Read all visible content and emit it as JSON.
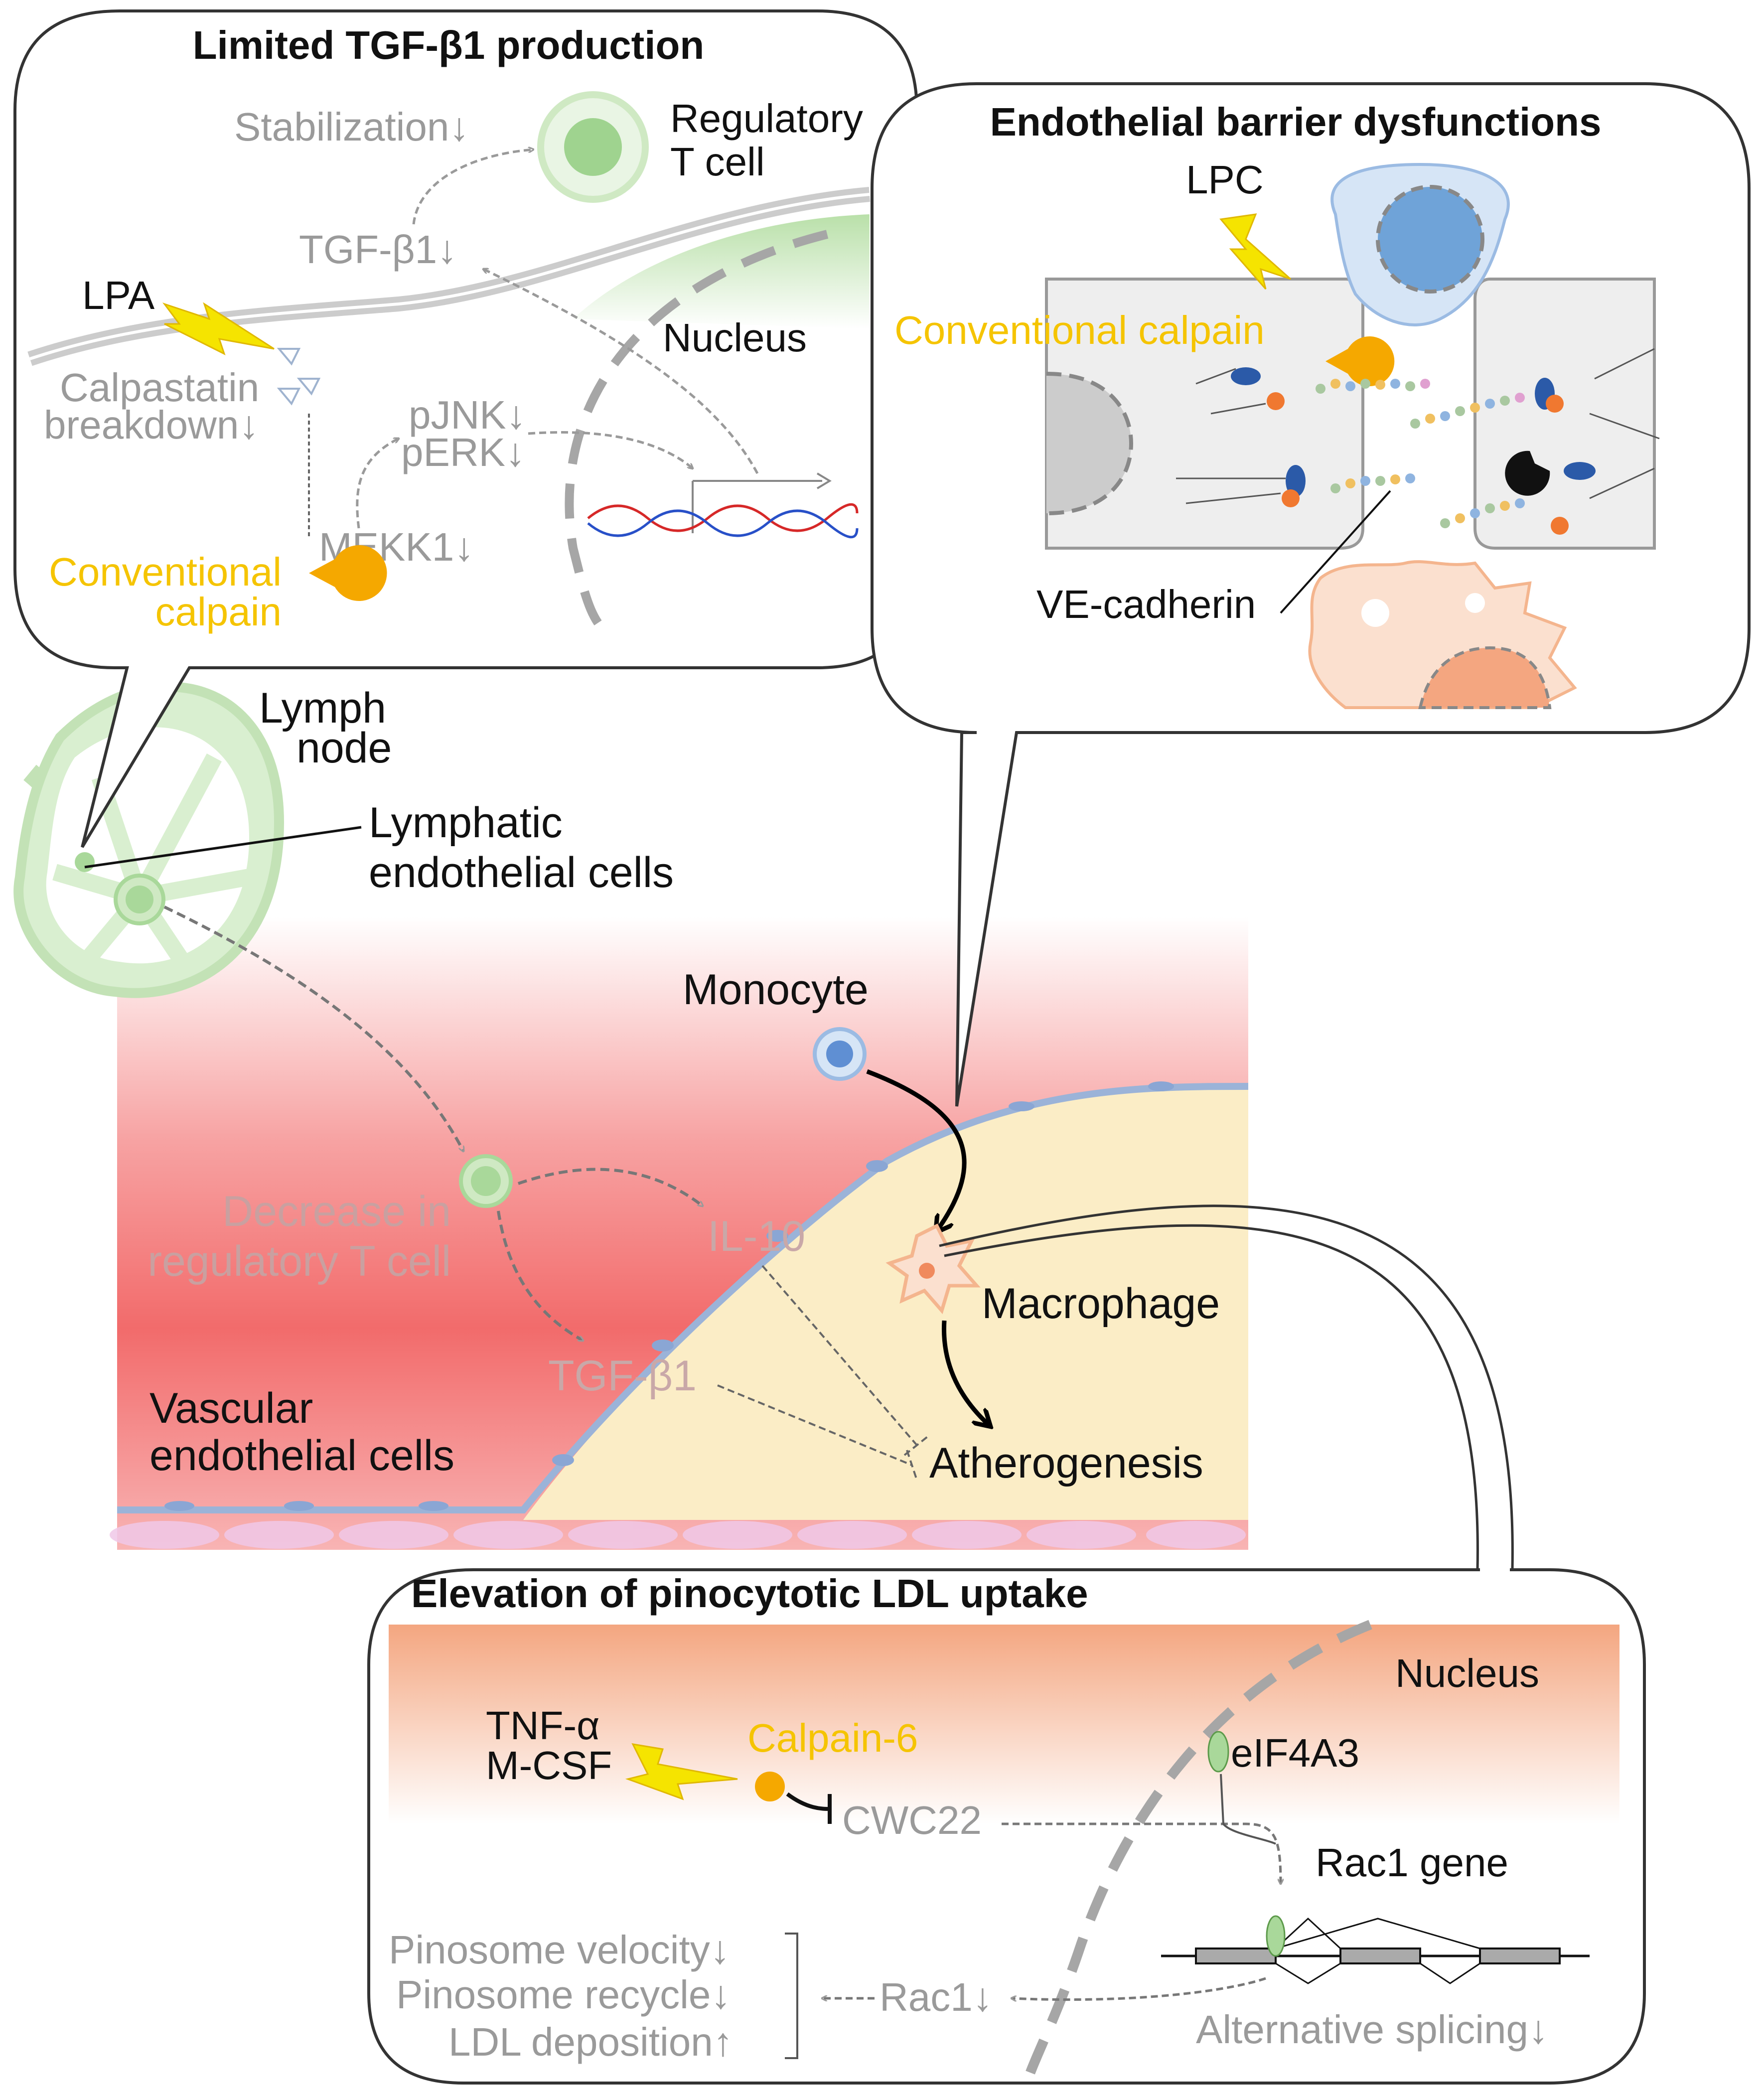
{
  "colors": {
    "yellow": "#f5c400",
    "orange": "#f0a000",
    "grey_text": "#8c8c8c",
    "green_light": "#dcefd6",
    "green_cell": "#a9d89a",
    "blue_cell": "#6fa3d8",
    "vessel_red": "#f26b6b",
    "plaque": "#fbedc6",
    "macrophage": "#f4b58e"
  },
  "tgf": {
    "title": "Limited TGF-β1 production",
    "stabilization": "Stabilization↓",
    "treg_line1": "Regulatory",
    "treg_line2": "T cell",
    "tgfb1": "TGF-β1↓",
    "lpa": "LPA",
    "nucleus": "Nucleus",
    "calpastatin_line1": "Calpastatin",
    "calpastatin_line2": "breakdown↓",
    "pjnk": "pJNK↓",
    "perk": "pERK↓",
    "mekk1": "MEKK1↓",
    "calpain_line1": "Conventional",
    "calpain_line2": "calpain"
  },
  "endo": {
    "title": "Endothelial barrier dysfunctions",
    "lpc": "LPC",
    "calpain": "Conventional calpain",
    "vecadherin": "VE-cadherin"
  },
  "main": {
    "lymph_line1": "Lymph",
    "lymph_line2": "node",
    "lec_line1": "Lymphatic",
    "lec_line2": "endothelial cells",
    "monocyte": "Monocyte",
    "decrease_line1": "Decrease in",
    "decrease_line2": "regulatory T cell",
    "il10": "IL-10",
    "macrophage": "Macrophage",
    "tgfb1": "TGF-β1",
    "vec_line1": "Vascular",
    "vec_line2": "endothelial cells",
    "atherogenesis": "Atherogenesis"
  },
  "ldl": {
    "title": "Elevation of pinocytotic LDL uptake",
    "nucleus": "Nucleus",
    "tnf": "TNF-α",
    "mcsf": "M-CSF",
    "calpain6": "Calpain-6",
    "eif4a3": "eIF4A3",
    "cwc22": "CWC22",
    "rac1gene": "Rac1 gene",
    "velocity": "Pinosome velocity↓",
    "recycle": "Pinosome recycle↓",
    "deposition": "LDL deposition↑",
    "rac1": "Rac1↓",
    "splicing": "Alternative splicing↓"
  }
}
